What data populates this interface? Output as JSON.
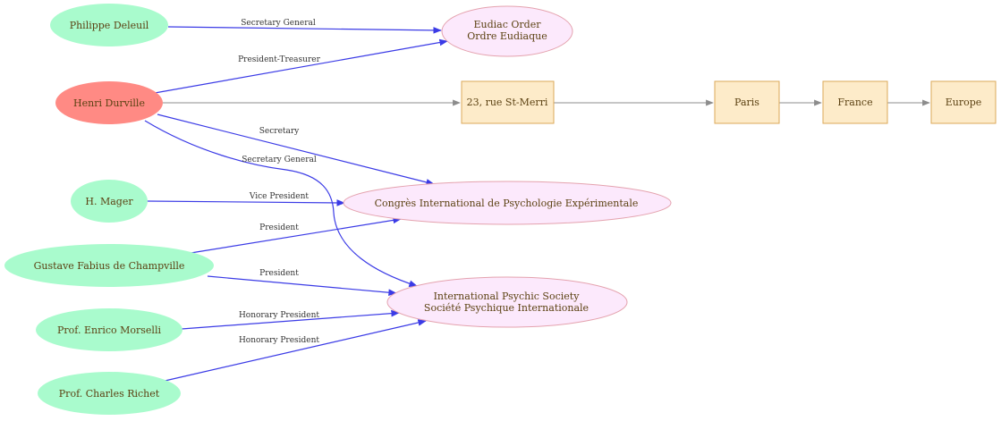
{
  "colors": {
    "person_fill": "#a9fbcd",
    "focus_fill": "#ff8a84",
    "org_fill": "#fce9fc",
    "org_stroke": "#e4a2ae",
    "place_fill": "#fdebc9",
    "place_stroke": "#dba859",
    "relation_edge": "#3b3be6",
    "place_edge": "#8c8c8c",
    "text": "#5c4213"
  },
  "people": {
    "deleuil": "Philippe Deleuil",
    "durville": "Henri Durville",
    "mager": "H. Mager",
    "champville": "Gustave Fabius  de Champville",
    "morselli": "Prof. Enrico Morselli",
    "richet": "Prof. Charles Richet"
  },
  "organizations": {
    "eudiac": [
      "Eudiac Order",
      "Ordre Eudiaque"
    ],
    "congres": [
      "Congrès International de Psychologie Expérimentale"
    ],
    "ips": [
      "International Psychic Society",
      "Société Psychique Internationale"
    ]
  },
  "places": {
    "address": "23, rue St-Merri",
    "city": "Paris",
    "country": "France",
    "continent": "Europe"
  },
  "relations": {
    "deleuil_eudiac": "Secretary General",
    "durville_eudiac": "President-Treasurer",
    "durville_congres": "Secretary",
    "durville_ips": "Secretary General",
    "mager_congres": "Vice President",
    "champville_congres": "President",
    "champville_ips": "President",
    "morselli_ips": "Honorary President",
    "richet_ips": "Honorary President"
  }
}
